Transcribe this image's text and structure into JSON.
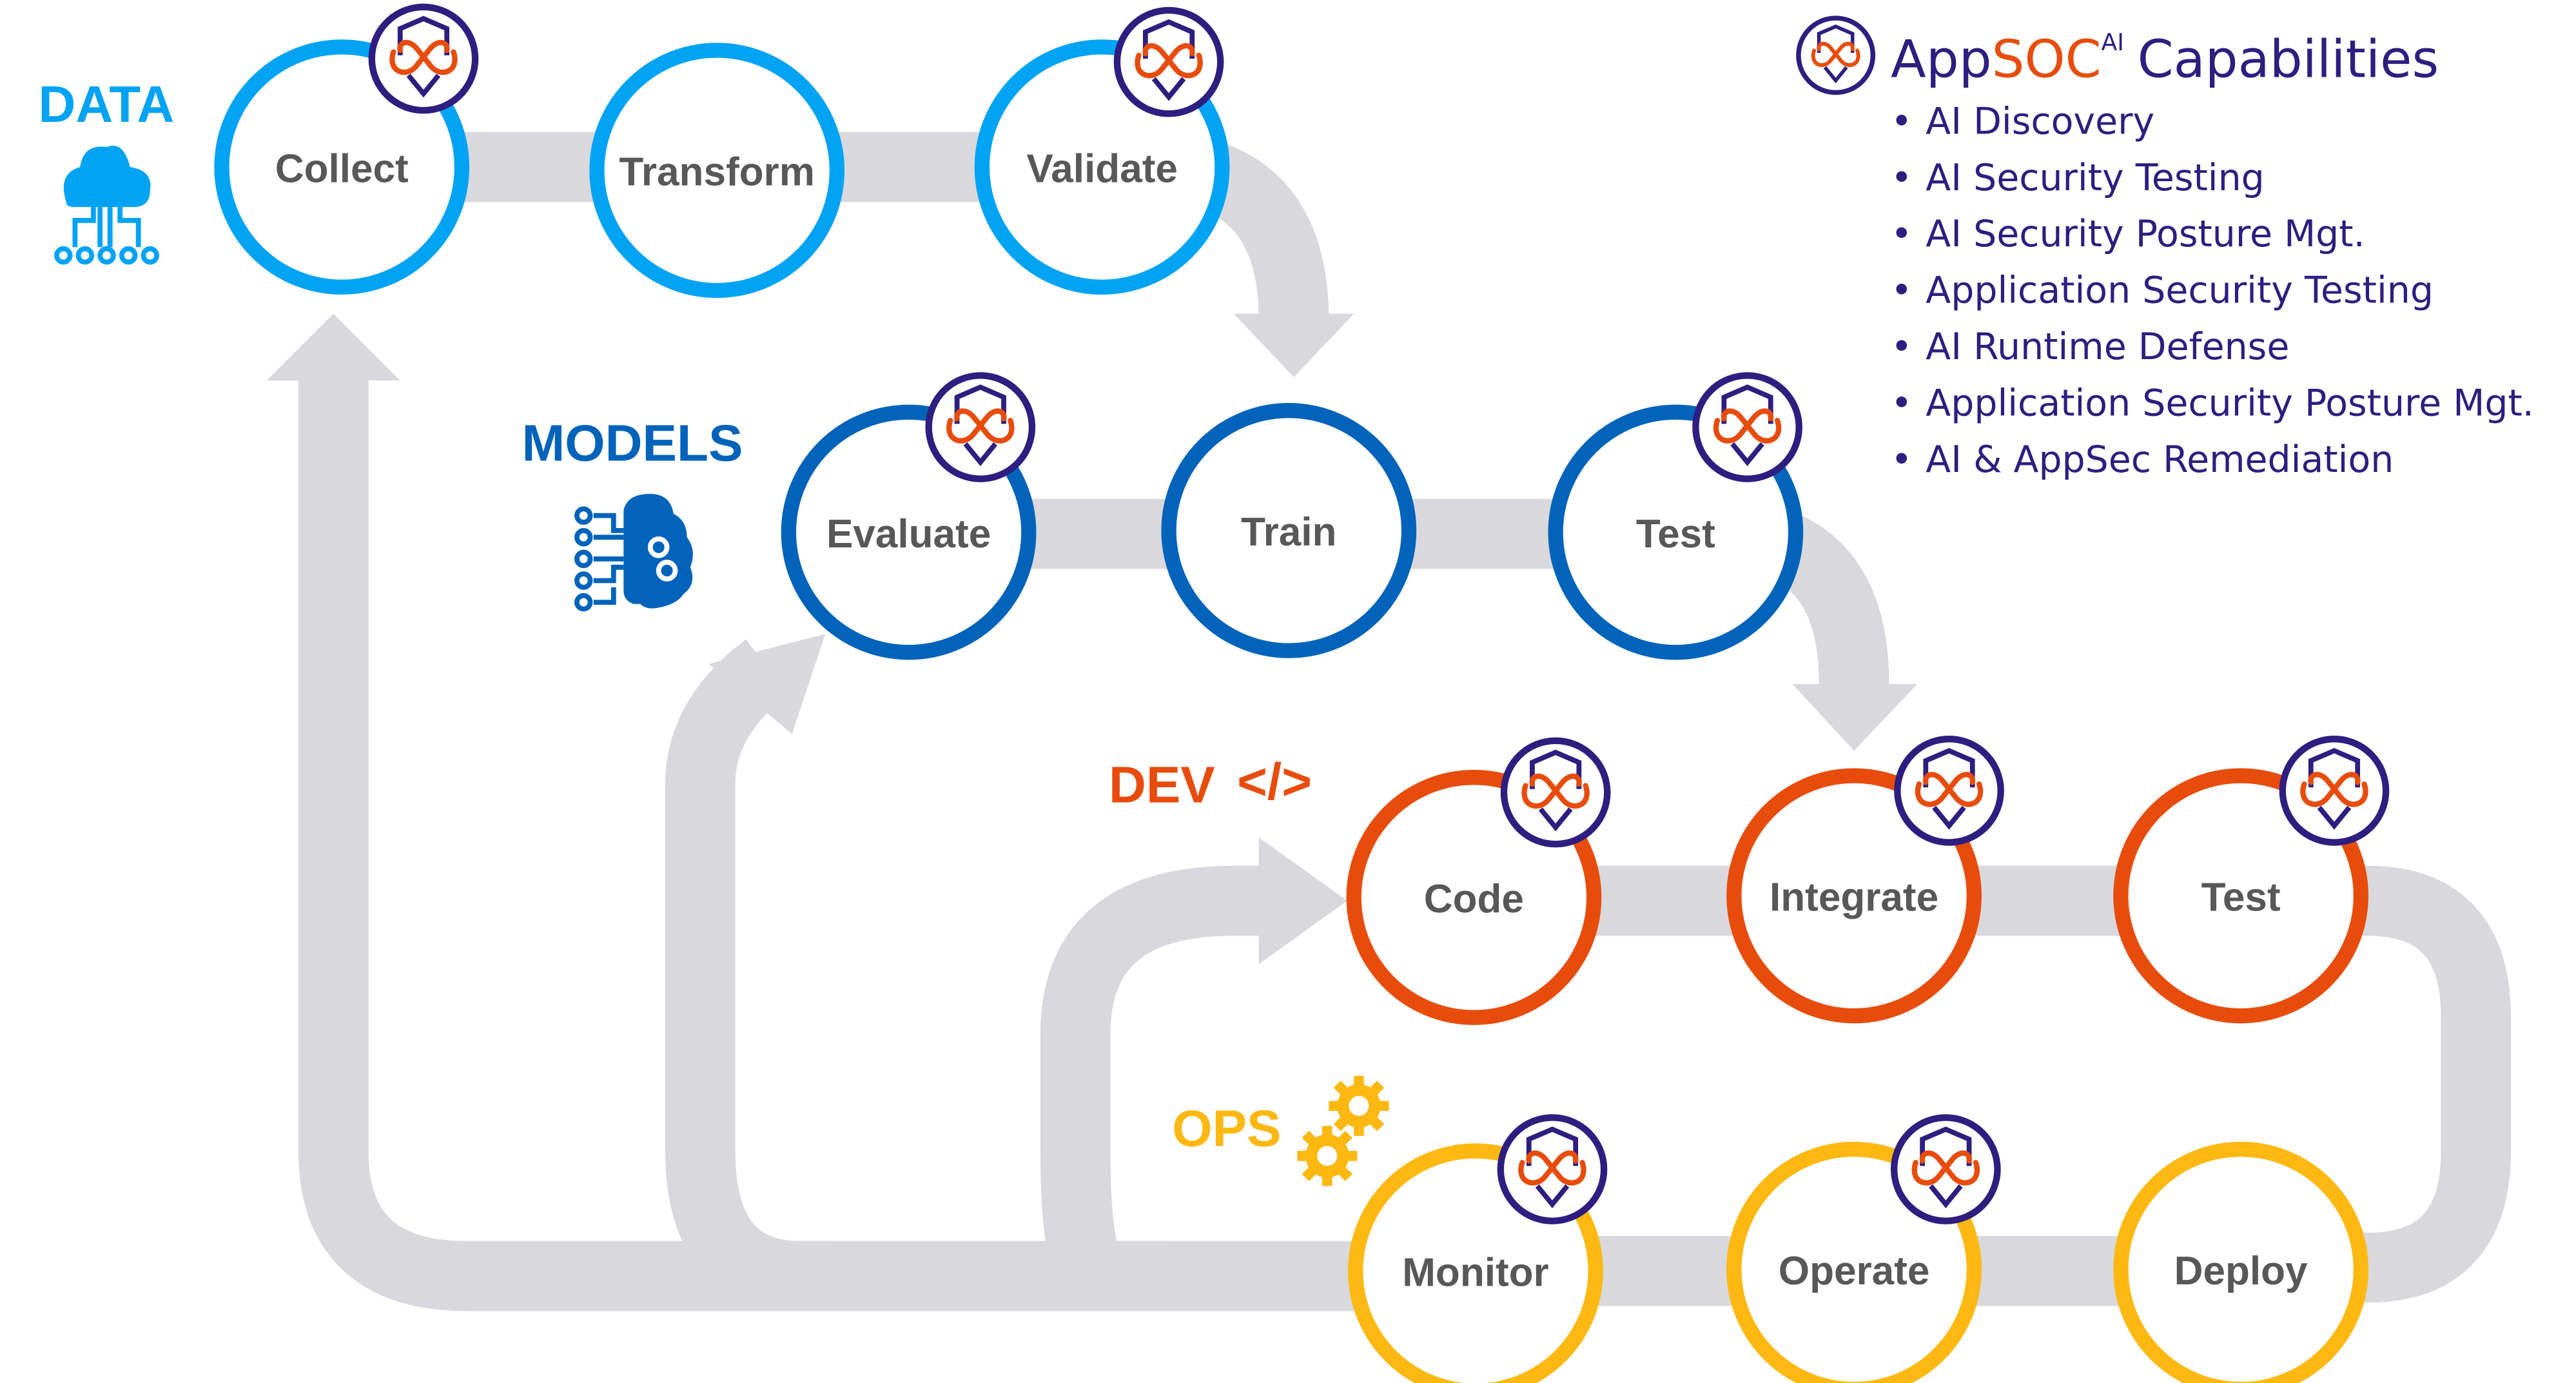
{
  "colors": {
    "data": "#03A3F4",
    "models": "#0263BB",
    "dev": "#E84C0C",
    "ops": "#FDB811",
    "flow": "#D9D8DC",
    "brand_navy": "#2D1E7F",
    "brand_orange": "#E84C0C",
    "node_text": "#58585A"
  },
  "sections": {
    "data": {
      "label": "DATA",
      "icon": "cloud-network-icon"
    },
    "models": {
      "label": "MODELS",
      "icon": "brain-gears-icon"
    },
    "dev": {
      "label": "DEV",
      "icon": "code-tag-icon",
      "icon_text": "</>"
    },
    "ops": {
      "label": "OPS",
      "icon": "gears-icon"
    }
  },
  "nodes": {
    "collect": {
      "label": "Collect",
      "section": "data",
      "badge": true
    },
    "transform": {
      "label": "Transform",
      "section": "data",
      "badge": false
    },
    "validate": {
      "label": "Validate",
      "section": "data",
      "badge": true
    },
    "evaluate": {
      "label": "Evaluate",
      "section": "models",
      "badge": true
    },
    "train": {
      "label": "Train",
      "section": "models",
      "badge": false
    },
    "test_model": {
      "label": "Test",
      "section": "models",
      "badge": true
    },
    "code": {
      "label": "Code",
      "section": "dev",
      "badge": true
    },
    "integrate": {
      "label": "Integrate",
      "section": "dev",
      "badge": true
    },
    "test_dev": {
      "label": "Test",
      "section": "dev",
      "badge": true
    },
    "monitor": {
      "label": "Monitor",
      "section": "ops",
      "badge": true
    },
    "operate": {
      "label": "Operate",
      "section": "ops",
      "badge": true
    },
    "deploy": {
      "label": "Deploy",
      "section": "ops",
      "badge": false
    }
  },
  "capabilities": {
    "brand_app": "App",
    "brand_soc": "SOC",
    "brand_sup": "AI",
    "title_suffix": "Capabilities",
    "bullet": "•",
    "items": [
      "AI Discovery",
      "AI Security Testing",
      "AI Security Posture Mgt.",
      "Application Security Testing",
      "AI Runtime Defense",
      "Application Security Posture Mgt.",
      "AI & AppSec Remediation"
    ]
  }
}
